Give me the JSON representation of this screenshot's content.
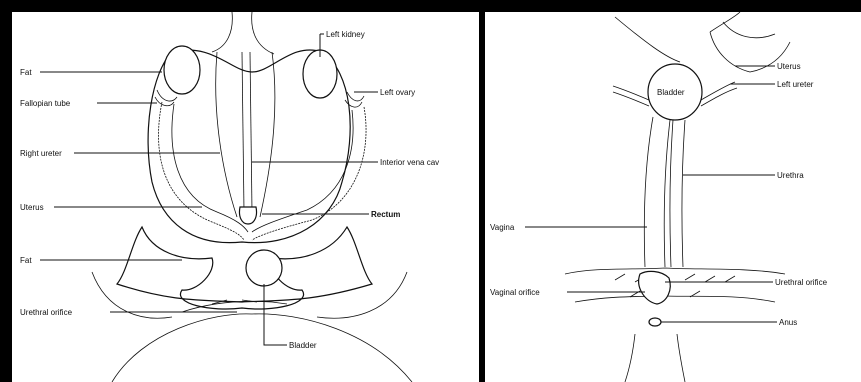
{
  "left_diagram": {
    "labels": {
      "fat_upper": "Fat",
      "fallopian_tube": "Fallopian tube",
      "right_ureter": "Right ureter",
      "uterus": "Uterus",
      "fat_lower": "Fat",
      "urethral_orifice": "Urethral orifice",
      "left_kidney": "Left kidney",
      "left_ovary": "Left ovary",
      "inferior_vena_cava": "Interior vena cav",
      "rectum": "Rectum",
      "bladder": "Bladder"
    }
  },
  "right_diagram": {
    "labels": {
      "uterus": "Uterus",
      "bladder": "Bladder",
      "left_ureter": "Left ureter",
      "urethra": "Urethra",
      "vagina": "Vagina",
      "vaginal_orifice": "Vaginal orifice",
      "urethral_orifice": "Urethral orifice",
      "anus": "Anus"
    }
  }
}
